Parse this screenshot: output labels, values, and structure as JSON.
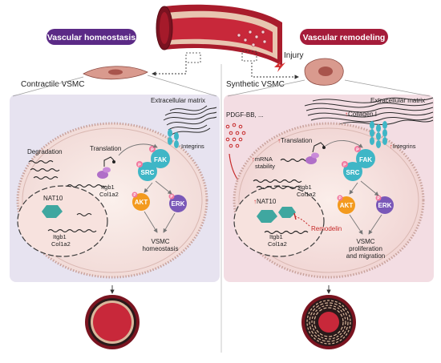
{
  "colors": {
    "left_panel": "#e7e3f0",
    "right_panel": "#f3dde3",
    "left_pill": "#5b2a86",
    "right_pill": "#a51c3a",
    "fak": "#3fb6c6",
    "src": "#3fb6c6",
    "akt": "#f39a1e",
    "erk": "#7a58b8",
    "phospho": "#f2789e",
    "nat10": "#3fa7a0",
    "accent_red": "#d32f2f",
    "vessel": "#b82030"
  },
  "left": {
    "pill": "Vascular homeostasis",
    "cell_label": "Contractile VSMC",
    "ecm": "Extracellular matrix",
    "degradation": "Degradation",
    "translation": "Translation",
    "itgb1": "Itgb1",
    "col1a2": "Col1a2",
    "nat10": "NAT10",
    "nuc_itgb1": "Itgb1",
    "nuc_col1a2": "Col1a2",
    "integrins": "Integrins",
    "fak": "FAK",
    "src": "SRC",
    "akt": "AKT",
    "erk": "ERK",
    "p": "P",
    "outcome1": "VSMC",
    "outcome2": "homeostasis"
  },
  "right": {
    "pill": "Vascular remodeling",
    "injury": "Injury",
    "cell_label": "Synthetic VSMC",
    "ecm": "Extracellular matrix",
    "collagen": "Collagen I",
    "stimulus": "PDGF-BB, ...",
    "translation": "Translation",
    "mrna1": "mRNA",
    "mrna2": "stability",
    "itgb1": "Itgb1",
    "col1a2": "Col1a2",
    "nat10": "NAT10",
    "nuc_itgb1": "Itgb1",
    "nuc_col1a2": "Col1a2",
    "remodelin": "Remodelin",
    "integrins": "Integrins",
    "fak": "FAK",
    "src": "SRC",
    "akt": "AKT",
    "erk": "ERK",
    "p": "P",
    "outcome1": "VSMC",
    "outcome2": "proliferation",
    "outcome3": "and migration"
  }
}
